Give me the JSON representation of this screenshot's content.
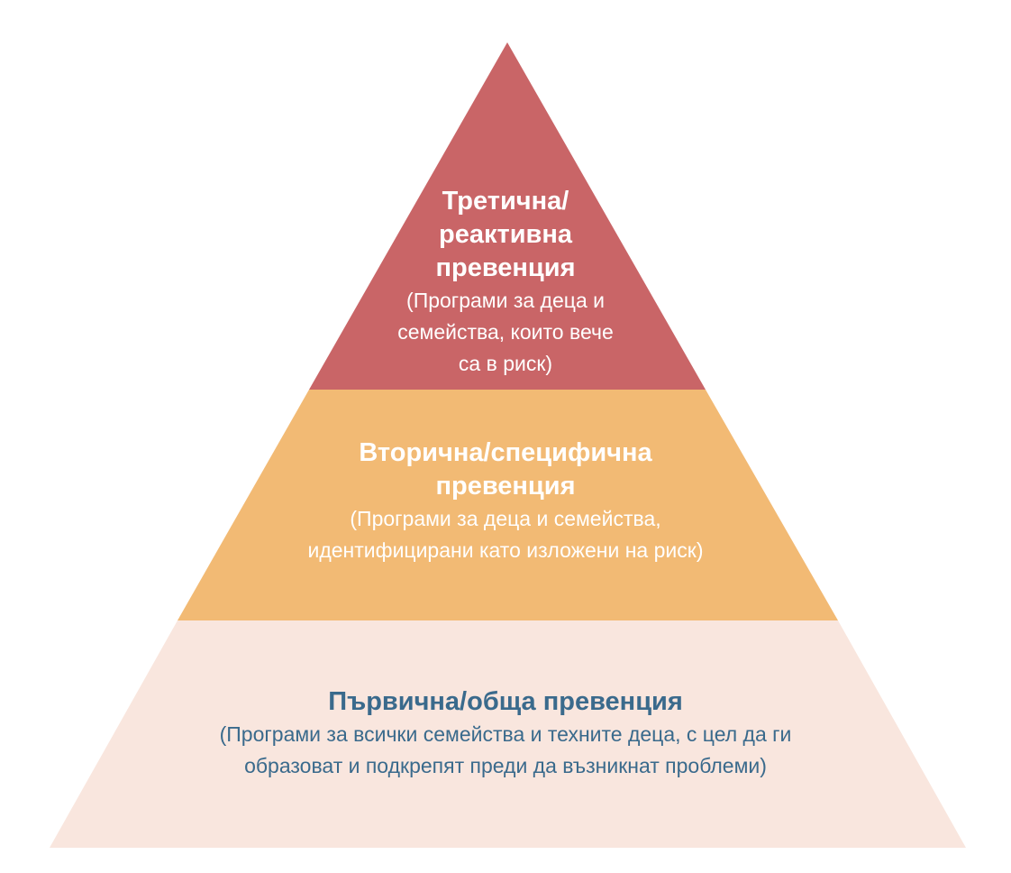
{
  "colors": {
    "top": "#c96567",
    "middle": "#f2ba74",
    "bottom": "#f9e6de",
    "bottom_text": "#3a6a8c"
  },
  "tiers": {
    "tertiary": {
      "title_lines": [
        "Третична/",
        "реактивна",
        "превенция"
      ],
      "description_lines": [
        "(Програми за деца и",
        "семейства, които вече",
        "са в риск)"
      ]
    },
    "secondary": {
      "title_lines": [
        "Вторична/специфична",
        "превенция"
      ],
      "description_lines": [
        "(Програми за деца и семейства,",
        "идентифицирани като изложени на риск)"
      ]
    },
    "primary": {
      "title_lines": [
        "Първична/обща превенция"
      ],
      "description_lines": [
        "(Програми за всички семейства и техните деца, с цел да ги",
        "образоват и подкрепят преди да възникнат проблеми)"
      ]
    }
  }
}
